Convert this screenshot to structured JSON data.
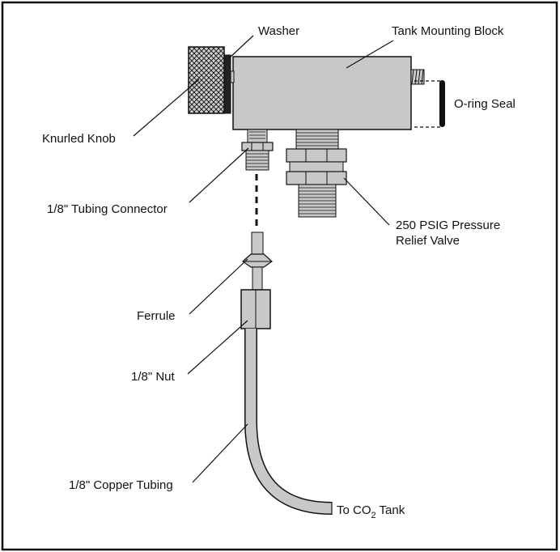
{
  "labels": {
    "washer": "Washer",
    "tank_mounting_block": "Tank Mounting Block",
    "o_ring_seal": "O-ring Seal",
    "knurled_knob": "Knurled Knob",
    "tubing_connector": "1/8\" Tubing Connector",
    "relief_valve_line1": "250 PSIG Pressure",
    "relief_valve_line2": "Relief Valve",
    "ferrule": "Ferrule",
    "nut": "1/8\" Nut",
    "copper_tubing": "1/8\" Copper Tubing",
    "to_tank_prefix": "To CO",
    "to_tank_subscript": "2",
    "to_tank_suffix": " Tank"
  },
  "colors": {
    "part_fill": "#c8c8c8",
    "outline": "#111111",
    "background": "#ffffff"
  }
}
